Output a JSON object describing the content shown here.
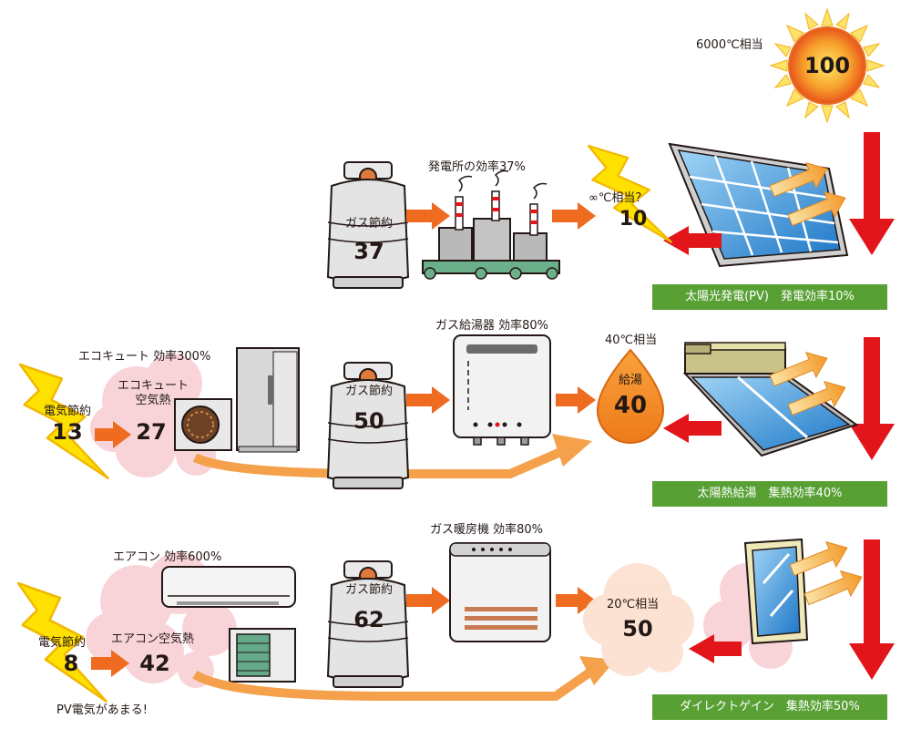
{
  "sun": {
    "temp_label": "6000℃相当",
    "value": "100"
  },
  "row1": {
    "gas_label": "ガス節約",
    "gas_value": "37",
    "plant_label": "発電所の効率37%",
    "bolt_label": "∞℃相当？",
    "bolt_value": "10",
    "banner": "太陽光発電(PV)　発電効率10%"
  },
  "row2": {
    "ecocute_label": "エコキュート 効率300%",
    "bolt_label": "電気節約",
    "bolt_value": "13",
    "heat_label": "エコキュート\n空気熱",
    "heat_value": "27",
    "gas_label": "ガス節約",
    "gas_value": "50",
    "heater_label": "ガス給湯器 効率80%",
    "drop_temp": "40℃相当",
    "drop_label": "給湯",
    "drop_value": "40",
    "banner": "太陽熱給湯　集熱効率40%"
  },
  "row3": {
    "aircon_label": "エアコン 効率600%",
    "bolt_label": "電気節約",
    "bolt_value": "8",
    "heat_label": "エアコン空気熱",
    "heat_value": "42",
    "gas_label": "ガス節約",
    "gas_value": "62",
    "heater_label": "ガス暖房機 効率80%",
    "cloud_temp": "20℃相当",
    "cloud_value": "50",
    "note": "PV電気があまる!",
    "banner": "ダイレクトゲイン　集熱効率50%"
  },
  "colors": {
    "arrow_orange": "#ee6b1f",
    "arrow_red": "#e2151b",
    "banner_green": "#58a034",
    "bolt_yellow": "#ffe100",
    "sun_orange": "#f08020"
  }
}
